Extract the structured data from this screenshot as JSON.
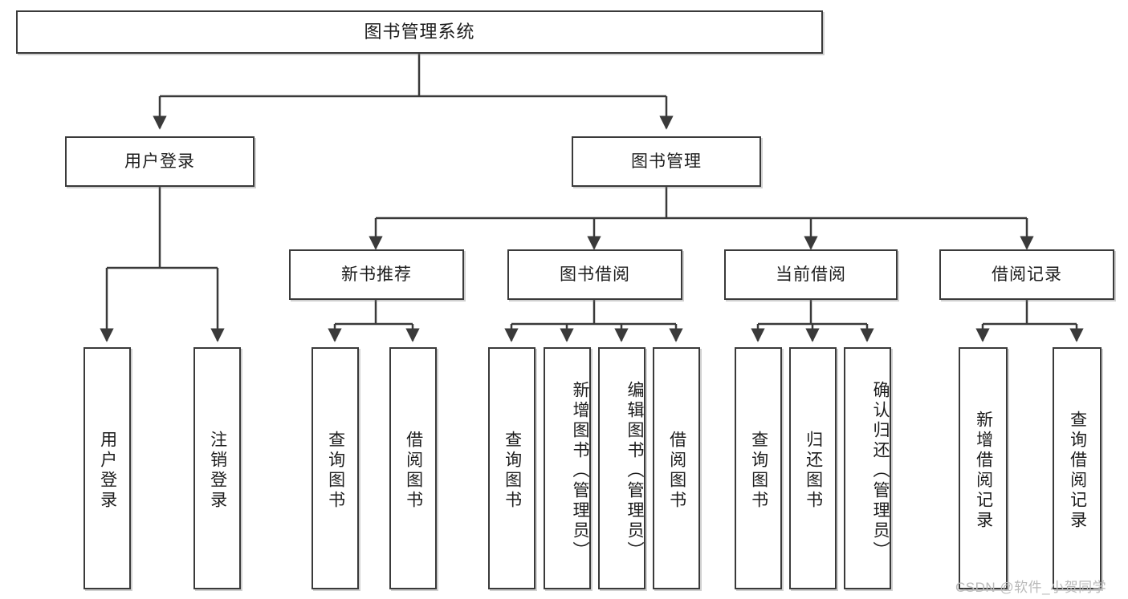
{
  "diagram": {
    "type": "tree",
    "title": "图书管理系统",
    "root": {
      "label": "图书管理系统"
    },
    "level2": [
      {
        "label": "用户登录"
      },
      {
        "label": "图书管理"
      }
    ],
    "level3": [
      {
        "label": "新书推荐"
      },
      {
        "label": "图书借阅"
      },
      {
        "label": "当前借阅"
      },
      {
        "label": "借阅记录"
      }
    ],
    "leaves": {
      "user_login": [
        {
          "label": "用户登录"
        },
        {
          "label": "注销登录"
        }
      ],
      "new_book_recommend": [
        {
          "label": "查询图书"
        },
        {
          "label": "借阅图书"
        }
      ],
      "book_borrow": [
        {
          "label": "查询图书"
        },
        {
          "label": "新增图书（管理员）"
        },
        {
          "label": "编辑图书（管理员）"
        },
        {
          "label": "借阅图书"
        }
      ],
      "current_borrow": [
        {
          "label": "查询图书"
        },
        {
          "label": "归还图书"
        },
        {
          "label": "确认归还（管理员）"
        }
      ],
      "borrow_record": [
        {
          "label": "新增借阅记录"
        },
        {
          "label": "查询借阅记录"
        }
      ]
    }
  },
  "watermark": {
    "text": "CSDN @软件_小贺同学"
  },
  "colors": {
    "stroke": "#3a3a3a",
    "background": "#ffffff",
    "text": "#1d1d1d",
    "watermark": "#b9b9b9"
  }
}
